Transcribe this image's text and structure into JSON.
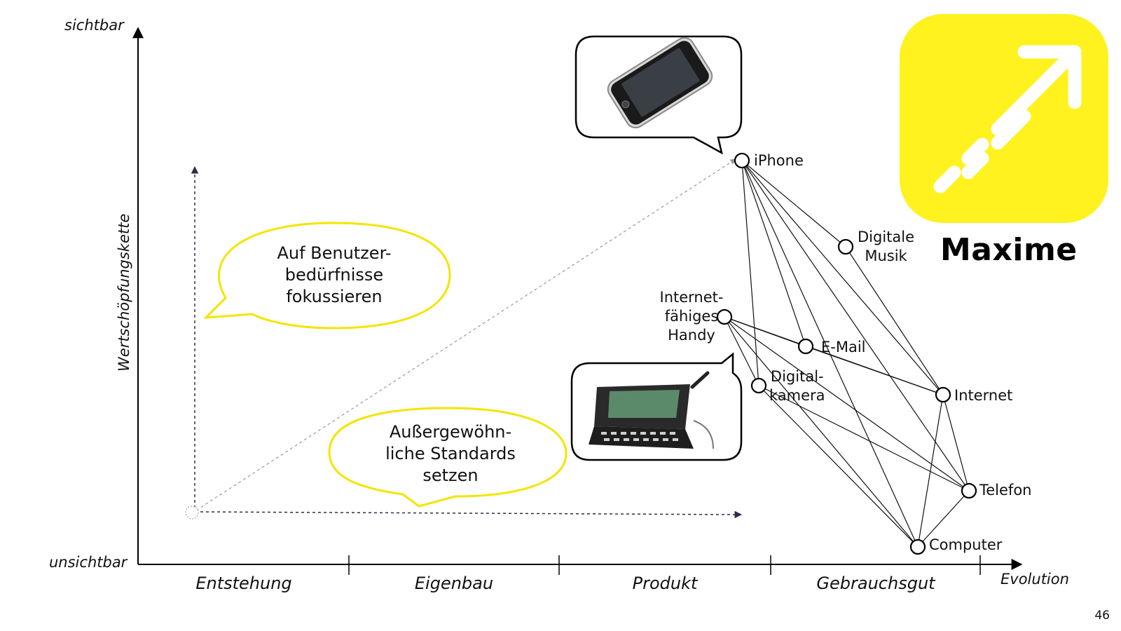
{
  "axes": {
    "y_top": "sichtbar",
    "y_bottom": "unsichtbar",
    "y_title": "Wertschöpfungskette",
    "x_title": "Evolution"
  },
  "phases": [
    "Entstehung",
    "Eigenbau",
    "Produkt",
    "Gebrauchsgut"
  ],
  "nodes": [
    {
      "id": "iphone",
      "label": "iPhone"
    },
    {
      "id": "musik",
      "label": "Digitale\nMusik"
    },
    {
      "id": "handy",
      "label": "Internet-\nfähiges\nHandy"
    },
    {
      "id": "email",
      "label": "E-Mail"
    },
    {
      "id": "kamera",
      "label": "Digital-\nkamera"
    },
    {
      "id": "internet",
      "label": "Internet"
    },
    {
      "id": "telefon",
      "label": "Telefon"
    },
    {
      "id": "computer",
      "label": "Computer"
    }
  ],
  "bubbles": {
    "left": "Auf Benutzer-\nbedürfnisse\nfokussieren",
    "bottom": "Außergewöhn-\nliche Standards\nsetzen"
  },
  "icons": {
    "iphone_image": "smartphone-image",
    "communicator_image": "communicator-phone-image",
    "logo_icon": "rising-arrow-icon"
  },
  "colors": {
    "accent": "#fff21e",
    "bubble_outline": "#f5e400",
    "arrow": "#2b2d4a"
  },
  "logo": {
    "name": "Maxime"
  },
  "page_number": "46"
}
